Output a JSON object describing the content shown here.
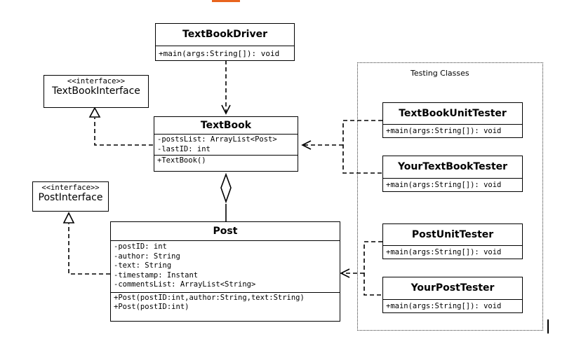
{
  "colors": {
    "accent": "#e8641e",
    "line": "#000000"
  },
  "package": {
    "label": "Testing Classes"
  },
  "interfaces": {
    "textbook_interface": {
      "stereotype": "<<interface>>",
      "name": "TextBookInterface"
    },
    "post_interface": {
      "stereotype": "<<interface>>",
      "name": "PostInterface"
    }
  },
  "classes": {
    "driver": {
      "name": "TextBookDriver",
      "methods": [
        "+main(args:String[]): void"
      ]
    },
    "textbook": {
      "name": "TextBook",
      "attributes": [
        "-postsList: ArrayList<Post>",
        "-lastID: int"
      ],
      "methods": [
        "+TextBook()"
      ]
    },
    "post": {
      "name": "Post",
      "attributes": [
        "-postID: int",
        "-author: String",
        "-text: String",
        "-timestamp: Instant",
        "-commentsList: ArrayList<String>"
      ],
      "methods": [
        "+Post(postID:int,author:String,text:String)",
        "+Post(postID:int)"
      ]
    },
    "textbook_unit_tester": {
      "name": "TextBookUnitTester",
      "methods": [
        "+main(args:String[]): void"
      ]
    },
    "your_textbook_tester": {
      "name": "YourTextBookTester",
      "methods": [
        "+main(args:String[]): void"
      ]
    },
    "post_unit_tester": {
      "name": "PostUnitTester",
      "methods": [
        "+main(args:String[]): void"
      ]
    },
    "your_post_tester": {
      "name": "YourPostTester",
      "methods": [
        "+main(args:String[]): void"
      ]
    }
  }
}
